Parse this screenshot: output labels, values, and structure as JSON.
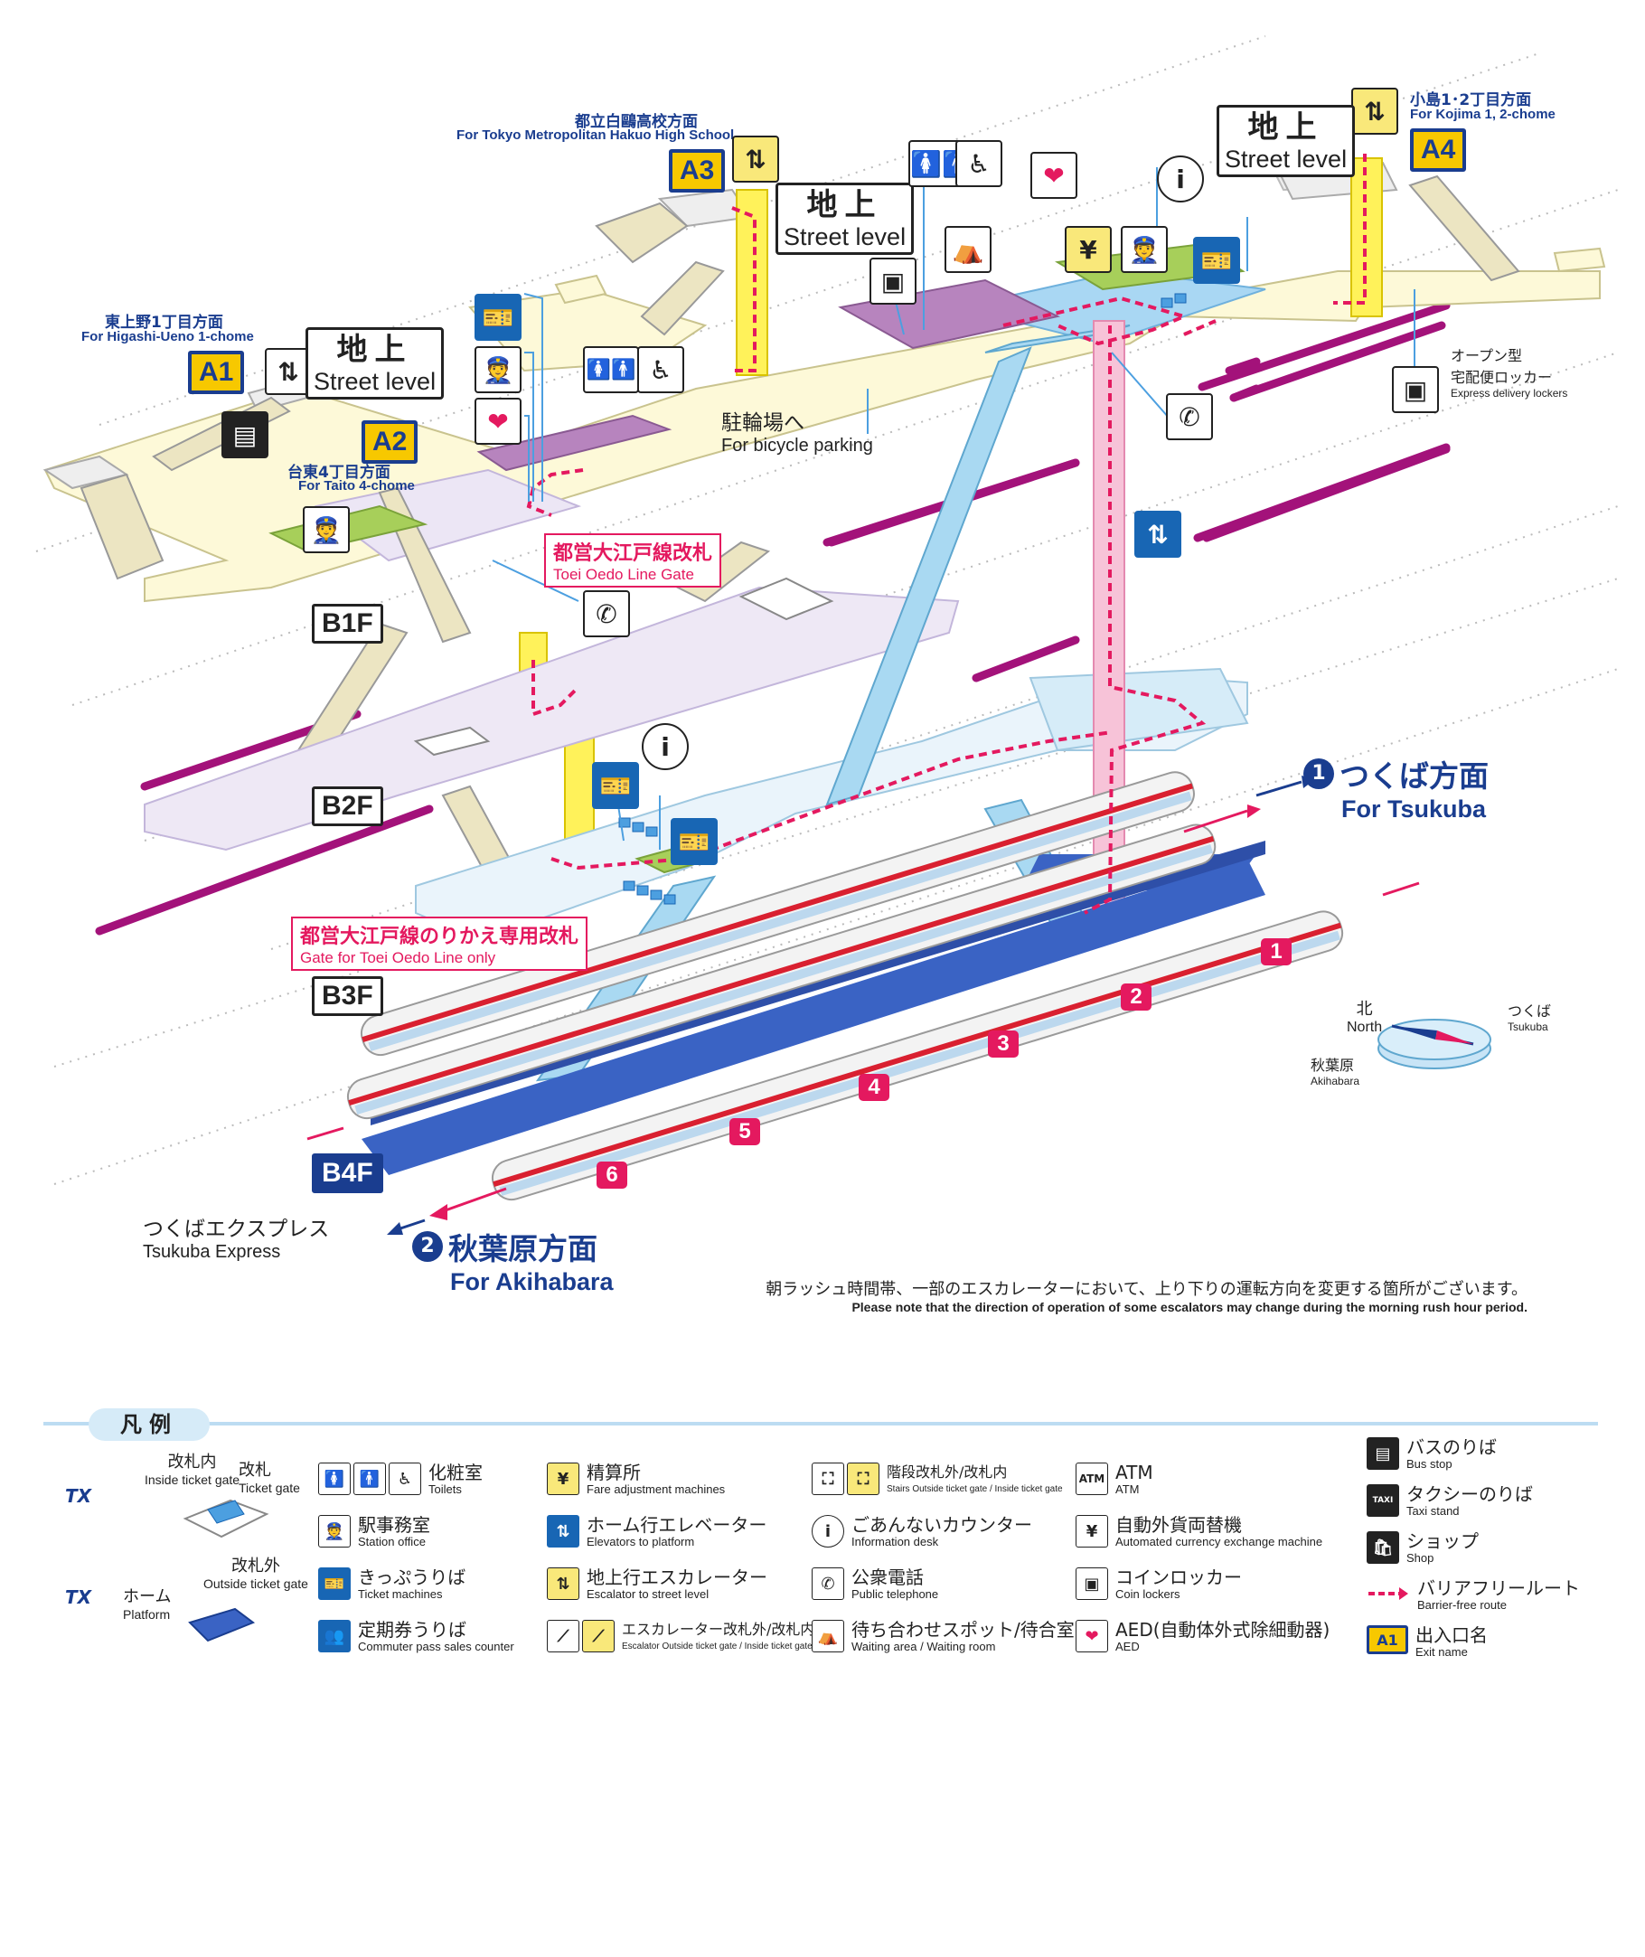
{
  "exits": [
    {
      "id": "A1",
      "dir_jp": "東上野1丁目方面",
      "dir_en": "For Higashi-Ueno 1-chome"
    },
    {
      "id": "A2",
      "dir_jp": "台東4丁目方面",
      "dir_en": "For Taito 4-chome"
    },
    {
      "id": "A3",
      "dir_jp": "都立白鷗高校方面",
      "dir_en": "For Tokyo Metropolitan Hakuo High School"
    },
    {
      "id": "A4",
      "dir_jp": "小島1･2丁目方面",
      "dir_en": "For Kojima 1, 2-chome"
    }
  ],
  "street_level": {
    "jp": "地上",
    "en": "Street level"
  },
  "floors": [
    "B1F",
    "B2F",
    "B3F",
    "B4F"
  ],
  "bicycle_parking": {
    "jp": "駐輪場へ",
    "en": "For bicycle parking"
  },
  "lockers": {
    "jp": "オープン型\n宅配便ロッカー",
    "jp1": "オープン型",
    "jp2": "宅配便ロッカー",
    "en": "Express delivery lockers"
  },
  "oedo_gate": {
    "jp": "都営大江戸線改札",
    "en": "Toei Oedo Line Gate"
  },
  "oedo_transfer_gate": {
    "jp": "都営大江戸線のりかえ専用改札",
    "en": "Gate for Toei Oedo Line only"
  },
  "tracks": [
    "1",
    "2",
    "3",
    "4",
    "5",
    "6"
  ],
  "dest_tsukuba": {
    "num": "1",
    "jp": "つくば方面",
    "en": "For Tsukuba"
  },
  "dest_akihabara": {
    "num": "2",
    "jp": "秋葉原方面",
    "en": "For Akihabara"
  },
  "line_name": {
    "jp": "つくばエクスプレス",
    "en": "Tsukuba Express"
  },
  "compass": {
    "north_jp": "北",
    "north_en": "North",
    "akiba_jp": "秋葉原",
    "akiba_en": "Akihabara",
    "tsukuba_jp": "つくば",
    "tsukuba_en": "Tsukuba"
  },
  "note": {
    "jp": "朝ラッシュ時間帯、一部のエスカレーターにおいて、上り下りの運転方向を変更する箇所がございます。",
    "en": "Please note that the direction of operation of some escalators may change during the morning rush hour period."
  },
  "icons": {
    "info": "i",
    "phone": "✆",
    "atm": "ATM",
    "taxi": "TAXI"
  },
  "colors": {
    "navy": "#1a3d8f",
    "magenta": "#e4195f",
    "yellow": "#f7c800",
    "platform_blue": "#3a63c4",
    "escalator_blue": "#9fd3ef",
    "pink_elevator": "#f7c3d8"
  },
  "legend": {
    "title": "凡例",
    "inside_gate": {
      "jp": "改札内",
      "en": "Inside ticket gate"
    },
    "gate": {
      "jp": "改札",
      "en": "Ticket gate"
    },
    "outside_gate": {
      "jp": "改札外",
      "en": "Outside ticket gate"
    },
    "platform": {
      "jp": "ホーム",
      "en": "Platform"
    },
    "col2": [
      {
        "jp": "化粧室",
        "en": "Toilets"
      },
      {
        "jp": "駅事務室",
        "en": "Station office"
      },
      {
        "jp": "きっぷうりば",
        "en": "Ticket machines"
      },
      {
        "jp": "定期券うりば",
        "en": "Commuter pass sales counter"
      }
    ],
    "col3": [
      {
        "jp": "精算所",
        "en": "Fare adjustment machines"
      },
      {
        "jp": "ホーム行エレベーター",
        "en": "Elevators to platform"
      },
      {
        "jp": "地上行エスカレーター",
        "en": "Escalator to street level"
      },
      {
        "jp": "エスカレーター改札外/改札内",
        "en": "Escalator Outside ticket gate / Inside ticket gate"
      }
    ],
    "col4": [
      {
        "jp": "階段改札外/改札内",
        "en": "Stairs Outside ticket gate / Inside ticket gate"
      },
      {
        "jp": "ごあんないカウンター",
        "en": "Information desk"
      },
      {
        "jp": "公衆電話",
        "en": "Public telephone"
      },
      {
        "jp": "待ち合わせスポット/待合室",
        "en": "Waiting area / Waiting room"
      }
    ],
    "col5": [
      {
        "jp": "ATM",
        "en": "ATM"
      },
      {
        "jp": "自動外貨両替機",
        "en": "Automated currency exchange machine"
      },
      {
        "jp": "コインロッカー",
        "en": "Coin lockers"
      },
      {
        "jp": "AED(自動体外式除細動器)",
        "en": "AED"
      }
    ],
    "col6": [
      {
        "jp": "バスのりば",
        "en": "Bus stop"
      },
      {
        "jp": "タクシーのりば",
        "en": "Taxi stand"
      },
      {
        "jp": "ショップ",
        "en": "Shop"
      },
      {
        "jp": "バリアフリールート",
        "en": "Barrier-free route"
      },
      {
        "jp": "出入口名",
        "en": "Exit name"
      }
    ],
    "exit_sample": "A1"
  }
}
